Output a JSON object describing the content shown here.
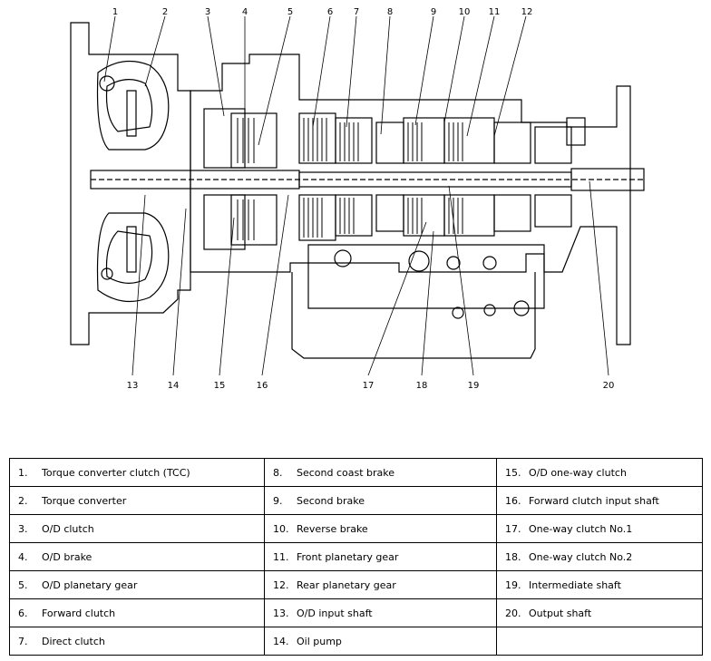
{
  "callouts": [
    {
      "n": "1"
    },
    {
      "n": "2"
    },
    {
      "n": "3"
    },
    {
      "n": "4"
    },
    {
      "n": "5"
    },
    {
      "n": "6"
    },
    {
      "n": "7"
    },
    {
      "n": "8"
    },
    {
      "n": "9"
    },
    {
      "n": "10"
    },
    {
      "n": "11"
    },
    {
      "n": "12"
    },
    {
      "n": "13"
    },
    {
      "n": "14"
    },
    {
      "n": "15"
    },
    {
      "n": "16"
    },
    {
      "n": "17"
    },
    {
      "n": "18"
    },
    {
      "n": "19"
    },
    {
      "n": "20"
    }
  ],
  "legend": [
    {
      "num": "1.",
      "label": "Torque converter clutch (TCC)"
    },
    {
      "num": "2.",
      "label": "Torque converter"
    },
    {
      "num": "3.",
      "label": "O/D clutch"
    },
    {
      "num": "4.",
      "label": "O/D brake"
    },
    {
      "num": "5.",
      "label": "O/D planetary gear"
    },
    {
      "num": "6.",
      "label": "Forward clutch"
    },
    {
      "num": "7.",
      "label": "Direct clutch"
    },
    {
      "num": "8.",
      "label": "Second coast brake"
    },
    {
      "num": "9.",
      "label": "Second brake"
    },
    {
      "num": "10.",
      "label": "Reverse brake"
    },
    {
      "num": "11.",
      "label": "Front planetary gear"
    },
    {
      "num": "12.",
      "label": "Rear planetary gear"
    },
    {
      "num": "13.",
      "label": "O/D input shaft"
    },
    {
      "num": "14.",
      "label": "Oil pump"
    },
    {
      "num": "15.",
      "label": "O/D one-way clutch"
    },
    {
      "num": "16.",
      "label": "Forward clutch input shaft"
    },
    {
      "num": "17.",
      "label": "One-way clutch No.1"
    },
    {
      "num": "18.",
      "label": "One-way clutch No.2"
    },
    {
      "num": "19.",
      "label": "Intermediate shaft"
    },
    {
      "num": "20.",
      "label": "Output shaft"
    }
  ]
}
